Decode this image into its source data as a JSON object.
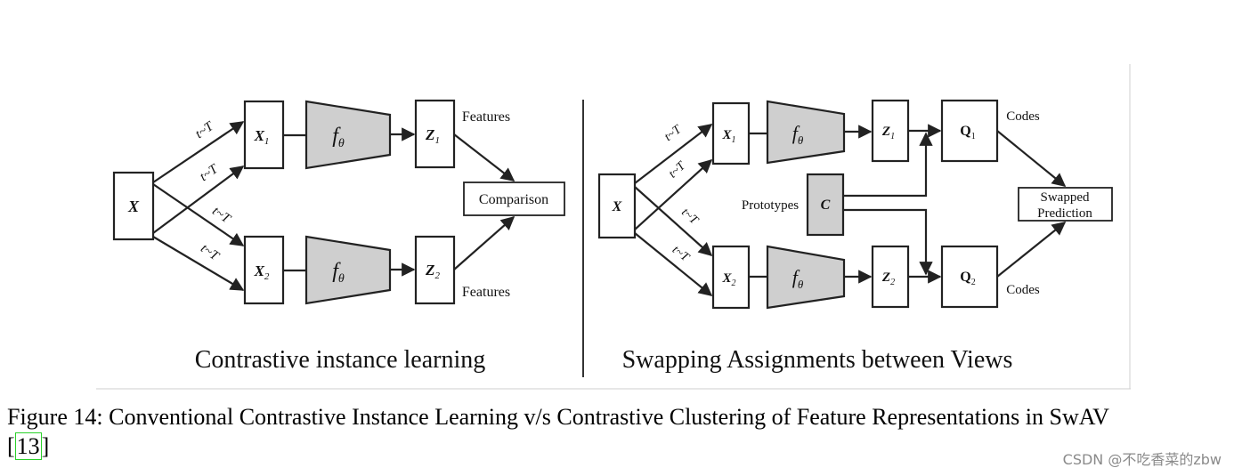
{
  "left_panel": {
    "input": "X",
    "view1": "X",
    "view1_sub": "1",
    "view2": "X",
    "view2_sub": "2",
    "encoder": "f",
    "encoder_sub": "θ",
    "z1": "Z",
    "z1_sub": "1",
    "z2": "Z",
    "z2_sub": "2",
    "transform_label": "t~T",
    "features_top": "Features",
    "features_bottom": "Features",
    "comparison": "Comparison",
    "title": "Contrastive instance learning"
  },
  "right_panel": {
    "input": "X",
    "view1": "X",
    "view1_sub": "1",
    "view2": "X",
    "view2_sub": "2",
    "encoder": "f",
    "encoder_sub": "θ",
    "z1": "Z",
    "z1_sub": "1",
    "z2": "Z",
    "z2_sub": "2",
    "q1": "Q",
    "q1_sub": "1",
    "q2": "Q",
    "q2_sub": "2",
    "prototypes_label": "Prototypes",
    "prototypes": "C",
    "codes_top": "Codes",
    "codes_bottom": "Codes",
    "transform_label": "t~T",
    "swapped_line1": "Swapped",
    "swapped_line2": "Prediction",
    "title": "Swapping Assignments between Views"
  },
  "caption": {
    "text": "Figure 14: Conventional Contrastive Instance Learning v/s Contrastive Clustering of Feature Representations in SwAV",
    "open_bracket": "[",
    "ref": "13",
    "close_bracket": "]"
  },
  "watermark": "CSDN @不吃香菜的zbw",
  "colors": {
    "encoder_fill": "#cfcfcf",
    "prototype_fill": "#cfcfcf",
    "stroke": "#222222",
    "ref_box": "#2bd12b"
  }
}
